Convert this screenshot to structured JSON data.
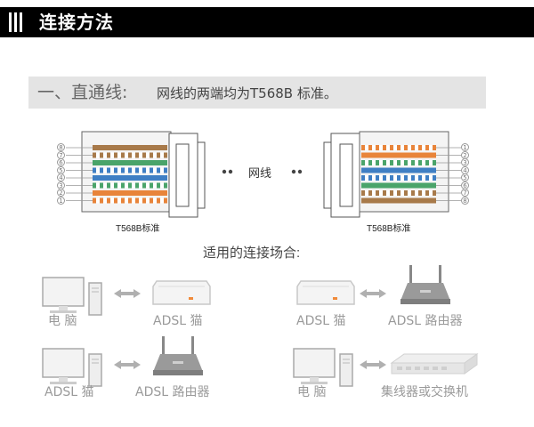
{
  "header": {
    "title": "连接方法"
  },
  "section": {
    "title": "一、直通线:",
    "description": "网线的两端均为T568B 标准。"
  },
  "connectors": {
    "left_label": "T568B标准",
    "right_label": "T568B标准",
    "cable_label": "网线",
    "left_pins": [
      "8",
      "7",
      "6",
      "5",
      "4",
      "3",
      "2",
      "1"
    ],
    "right_pins": [
      "1",
      "2",
      "3",
      "4",
      "5",
      "6",
      "7",
      "8"
    ],
    "wire_colors": {
      "orange": "#e8843a",
      "green": "#4aa46a",
      "blue": "#3f7fc4",
      "brown": "#a87a4a"
    }
  },
  "usage": {
    "title": "适用的连接场合:",
    "pairs": [
      {
        "left": "电  脑",
        "right": "ADSL 猫"
      },
      {
        "left": "ADSL 猫",
        "right": "ADSL 路由器"
      },
      {
        "left": "ADSL 猫",
        "right": "ADSL 路由器"
      },
      {
        "left": "电  脑",
        "right": "集线器或交换机"
      }
    ]
  }
}
